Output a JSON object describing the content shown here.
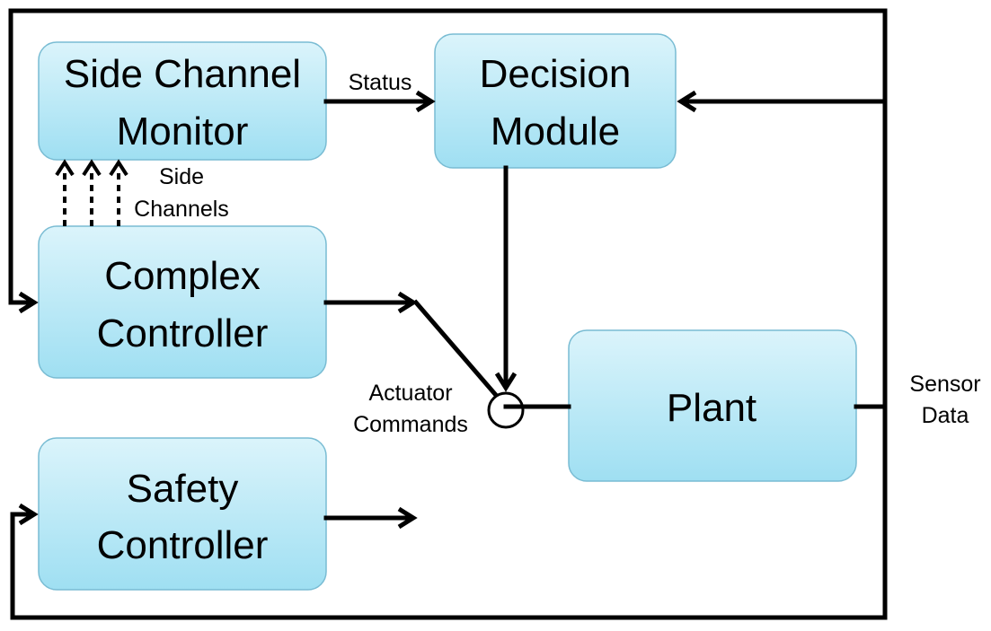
{
  "diagram": {
    "blocks": {
      "side_channel_monitor": [
        "Side Channel",
        "Monitor"
      ],
      "decision_module": [
        "Decision",
        "Module"
      ],
      "complex_controller": [
        "Complex",
        "Controller"
      ],
      "safety_controller": [
        "Safety",
        "Controller"
      ],
      "plant": "Plant"
    },
    "labels": {
      "status": "Status",
      "side_channels": [
        "Side",
        "Channels"
      ],
      "actuator_commands": [
        "Actuator",
        "Commands"
      ],
      "sensor_data": [
        "Sensor",
        "Data"
      ]
    },
    "colors": {
      "block_fill_top": "#d9f4fb",
      "block_fill_bottom": "#9fdff2",
      "block_border": "#79bcd3",
      "wire": "#000000"
    }
  }
}
